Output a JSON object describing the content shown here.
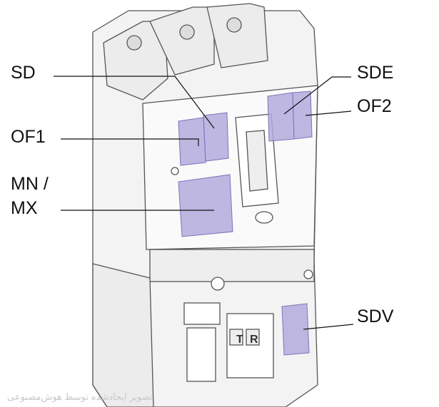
{
  "title": "Circuit breaker auxiliary accessories",
  "labels": {
    "sd": "SD",
    "sde": "SDE",
    "of1": "OF1",
    "of2": "OF2",
    "mn_mx_line1": "MN /",
    "mn_mx_line2": "MX",
    "sdv": "SDV"
  },
  "panel_letters": {
    "t": "T",
    "r": "R"
  },
  "watermark": "تصویر ایجادشده توسط هوش‌مصنوعی",
  "colors": {
    "accessory": "#b3aadd",
    "outline": "#555555",
    "body": "#f2f2f2"
  }
}
